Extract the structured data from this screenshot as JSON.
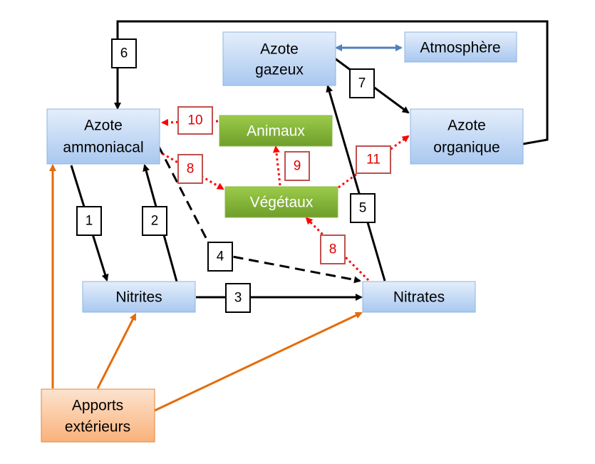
{
  "nodes": {
    "azote_gazeux": {
      "line1": "Azote",
      "line2": "gazeux"
    },
    "atmosphere": {
      "label": "Atmosphère"
    },
    "azote_ammoniacal": {
      "line1": "Azote",
      "line2": "ammoniacal"
    },
    "azote_organique": {
      "line1": "Azote",
      "line2": "organique"
    },
    "animaux": {
      "label": "Animaux"
    },
    "vegetaux": {
      "label": "Végétaux"
    },
    "nitrites": {
      "label": "Nitrites"
    },
    "nitrates": {
      "label": "Nitrates"
    },
    "apports": {
      "line1": "Apports",
      "line2": "extérieurs"
    }
  },
  "process_labels": {
    "p1": "1",
    "p2": "2",
    "p3": "3",
    "p4": "4",
    "p5": "5",
    "p6": "6",
    "p7": "7",
    "p8a": "8",
    "p8b": "8",
    "p9": "9",
    "p10": "10",
    "p11": "11"
  },
  "colors": {
    "box_blue": "#c6dcf5",
    "box_green": "#8bbd3c",
    "box_orange": "#fbc08e",
    "arrow_black": "#000000",
    "arrow_red": "#ff0000",
    "arrow_orange": "#e46c0a",
    "arrow_blue": "#4f81bd"
  }
}
